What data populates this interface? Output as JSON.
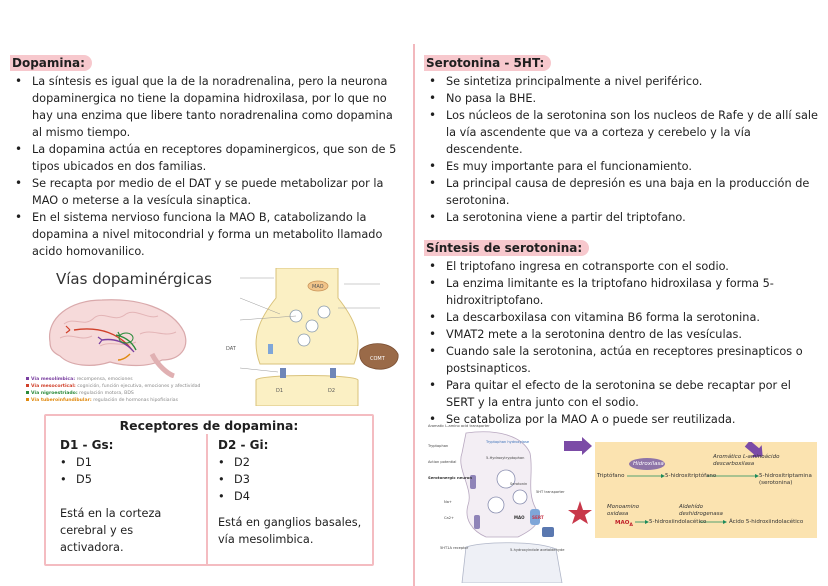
{
  "dopamina": {
    "heading": "Dopamina:",
    "bullets": [
      "La síntesis es igual que la de la noradrenalina, pero la neurona dopaminergica no tiene la dopamina hidroxilasa, por lo que no hay una enzima que libere tanto noradrenalina como dopamina al mismo tiempo.",
      "La dopamina actúa en receptores dopaminergicos, que son de 5 tipos ubicados en dos familias.",
      "Se recapta por medio de el DAT y se puede metabolizar por la MAO o meterse a la vesícula sinaptica.",
      "En el sistema nervioso funciona la MAO B, catabolizando la dopamina a nivel mitocondrial y forma un metabolito llamado acido homovanilico."
    ],
    "vias": {
      "title": "Vías dopaminérgicas",
      "legend": [
        {
          "label": "Vía mesolímbica:",
          "desc": "recompensa, emociones",
          "color": "#7a3fa0"
        },
        {
          "label": "Vía mesocortical:",
          "desc": "cognición, función ejecutiva, emociones y afectividad",
          "color": "#d0402a"
        },
        {
          "label": "Vía nigroestriado:",
          "desc": "regulación motora, BDS",
          "color": "#2a8a3a"
        },
        {
          "label": "Vía tuberoinfundibular:",
          "desc": "regulación de hormonas hipofisiarias",
          "color": "#e08a10"
        }
      ]
    },
    "synapse_labels": [
      "DAT",
      "MAO",
      "COMT",
      "D1",
      "D2"
    ]
  },
  "receptores": {
    "title": "Receptores de dopamina:",
    "d1": {
      "head": "D1 - Gs:",
      "items": [
        "D1",
        "D5"
      ],
      "note": "Está en la corteza cerebral y es activadora."
    },
    "d2": {
      "head": "D2 - Gi:",
      "items": [
        "D2",
        "D3",
        "D4"
      ],
      "note": "Está en ganglios basales, vía mesolimbica."
    }
  },
  "serotonina": {
    "heading": "Serotonina - 5HT:",
    "bullets": [
      "Se sintetiza principalmente a nivel periférico.",
      "No pasa la BHE.",
      "Los núcleos de la serotonina son los nucleos de Rafe y de allí sale la vía ascendente que va a corteza y cerebelo y la vía descendente.",
      "Es muy importante para el funcionamiento.",
      "La principal causa de depresión es una baja en la producción de serotonina.",
      "La serotonina viene a partir del triptofano."
    ]
  },
  "sintesis": {
    "heading": "Síntesis de serotonina:",
    "bullets": [
      "El triptofano ingresa en cotransporte con el sodio.",
      "La enzima limitante es la triptofano hidroxilasa y forma 5-hidroxitriptofano.",
      "La descarboxilasa con vitamina B6 forma la serotonina.",
      "VMAT2 mete a la serotonina dentro de las vesículas.",
      "Cuando sale la serotonina, actúa en receptores presinapticos o postsinapticos.",
      "Para quitar el efecto de la serotonina se debe recaptar por el SERT y la entra junto con el sodio.",
      "Se cataboliza por la MAO A o puede ser reutilizada."
    ]
  },
  "sero_diagram": {
    "labels": [
      "Aromatic L-amino acid transporter",
      "Tryptophan",
      "Tryptophan hydroxylase",
      "Serotonergic neuron",
      "Action potential",
      "5-Hydroxytryptophan",
      "Serotonin",
      "5HT transporter",
      "SERT",
      "MAO",
      "5HT1A receptor",
      "5-hydroxyindole acetaldehyde",
      "Na+",
      "Ca2+"
    ]
  },
  "pathway": {
    "hidroxilasa": "Hidroxilasa",
    "aromatic": "Aromático L-aminoácido descarboxilasa",
    "triptofano": "Triptófano",
    "htp": "5-hidroxitriptófano",
    "serotonina": "5-hidroxitriptamina (serotonina)",
    "mao_enzyme": "Monoamino oxidasa",
    "mao": "MAO",
    "mao_sub": "A",
    "aldehido": "Aldehído deshidrogenasa",
    "indolacetico": "5-hidroxiindolacético",
    "acido": "Ácido 5-hidroxiindolacético"
  },
  "colors": {
    "accent_pink": "#f7c8cd",
    "divider": "#f2b8bd",
    "pathway_bg": "#fbe3b0",
    "arrow_purple": "#7b4ba6"
  }
}
